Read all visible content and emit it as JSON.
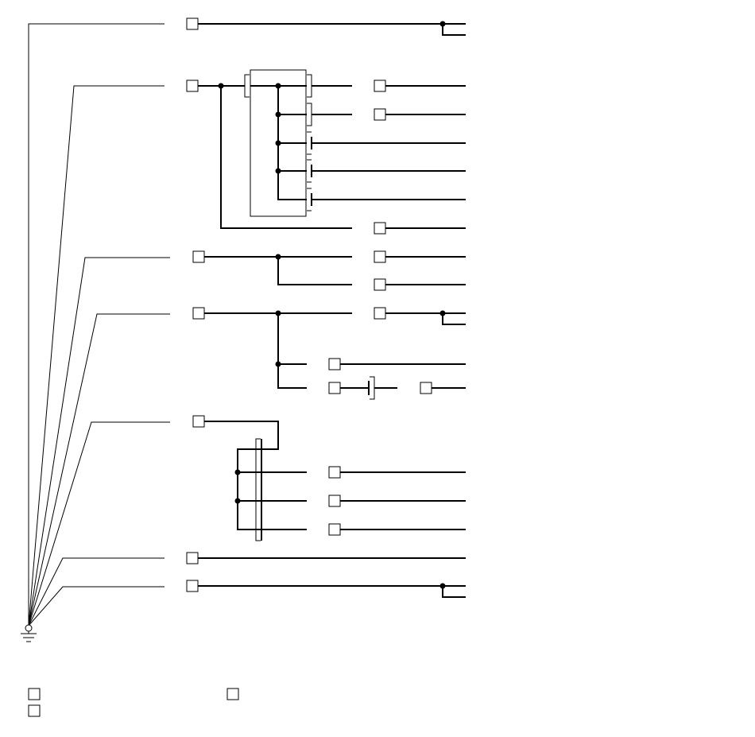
{
  "diagram": {
    "kind": "wiring-schematic",
    "ground_symbol": "ground-icon",
    "connector_symbol": "connector-box",
    "splice_symbol": "splice-node",
    "text_labels": []
  },
  "legend": {
    "entries": 3
  },
  "colors": {
    "line": "#000000",
    "background": "#ffffff"
  }
}
